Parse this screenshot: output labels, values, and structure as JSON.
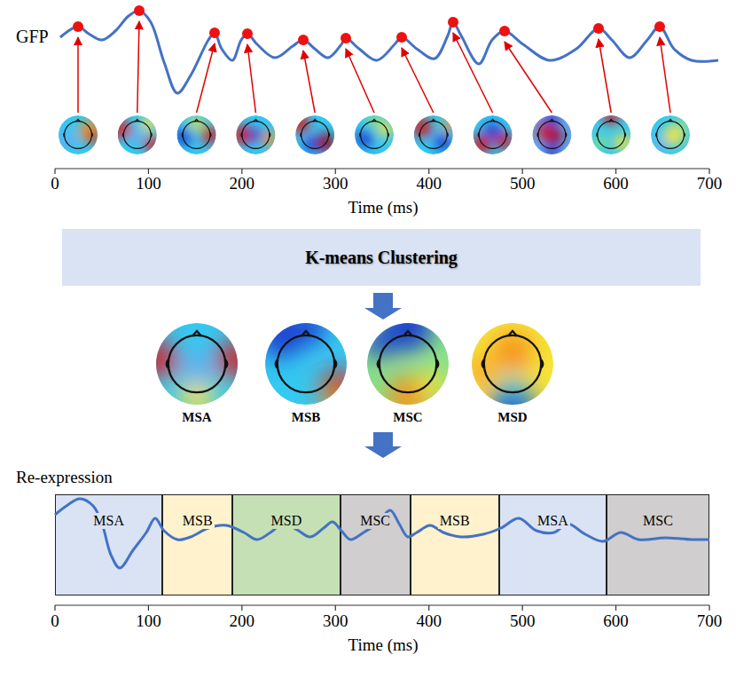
{
  "diagram": {
    "nodes": [
      {
        "text": [
          "K-means Clustering"
        ]
      },
      {
        "text": [
          "MSA"
        ]
      },
      {
        "text": [
          "MSB"
        ]
      },
      {
        "text": [
          "MSD"
        ]
      },
      {
        "text": [
          "MSC"
        ]
      },
      {
        "text": [
          "MSB"
        ]
      },
      {
        "text": [
          "MSA"
        ]
      },
      {
        "text": [
          "MSC"
        ]
      }
    ],
    "labels": [
      "GFP",
      "0",
      "100",
      "200",
      "300",
      "400",
      "500",
      "600",
      "700",
      "Time (ms)",
      "MSA",
      "MSB",
      "MSC",
      "MSD",
      "Re-expression",
      "0",
      "100",
      "200",
      "300",
      "400",
      "500",
      "600",
      "700",
      "Time (ms)"
    ]
  }
}
